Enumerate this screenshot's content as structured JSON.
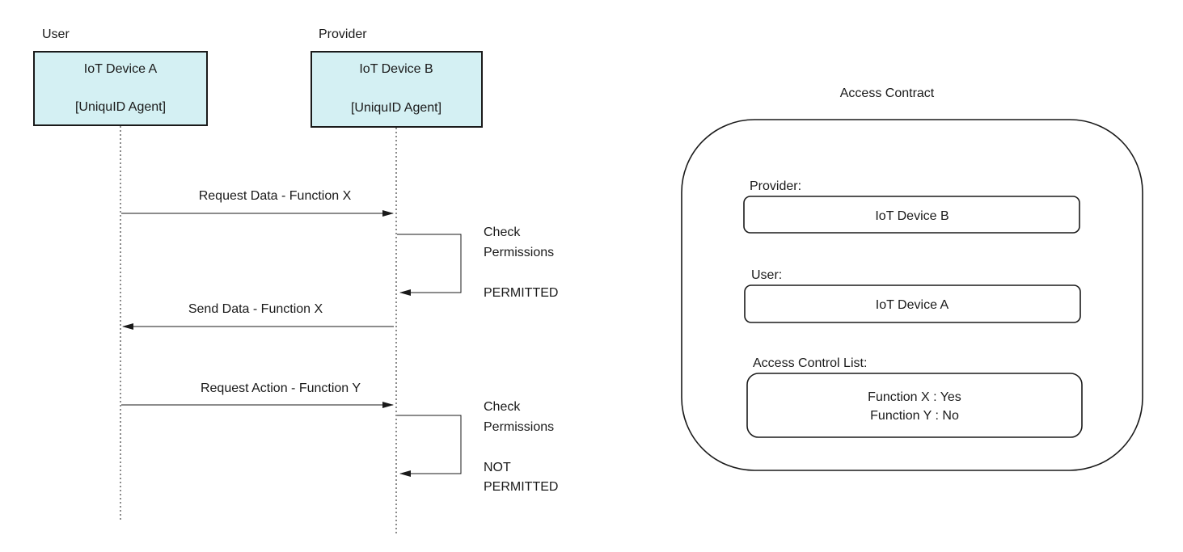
{
  "sequence": {
    "actors": [
      {
        "role": "User",
        "name": "IoT Device A",
        "agent": "[UniquID Agent]"
      },
      {
        "role": "Provider",
        "name": "IoT Device B",
        "agent": "[UniquID Agent]"
      }
    ],
    "messages": [
      {
        "label": "Request Data - Function X"
      },
      {
        "label": "Send Data - Function X"
      },
      {
        "label": "Request Action - Function Y"
      }
    ],
    "checks": [
      {
        "line1": "Check",
        "line2": "Permissions",
        "result1": "PERMITTED",
        "result2": ""
      },
      {
        "line1": "Check",
        "line2": "Permissions",
        "result1": "NOT",
        "result2": "PERMITTED"
      }
    ]
  },
  "contract": {
    "title": "Access Contract",
    "provider_label": "Provider:",
    "provider_value": "IoT Device B",
    "user_label": "User:",
    "user_value": "IoT Device A",
    "acl_label": "Access Control List:",
    "acl_entries": [
      "Function X : Yes",
      "Function Y : No"
    ]
  }
}
